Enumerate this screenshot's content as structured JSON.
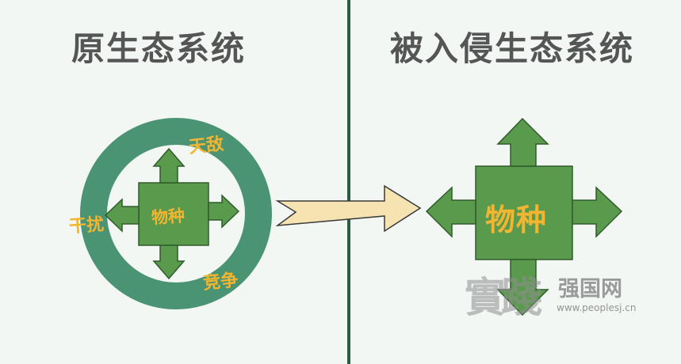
{
  "titles": {
    "left": "原生态系统",
    "right": "被入侵生态系统"
  },
  "left_diagram": {
    "center_label": "物种",
    "ring_labels": {
      "top": "天敌",
      "left": "干扰",
      "bottom": "竞争"
    }
  },
  "right_diagram": {
    "center_label": "物种"
  },
  "watermark": {
    "seal": "實踐",
    "name": "强国网",
    "url": "www.peoplesj.cn"
  },
  "colors": {
    "background": "#f2f7f4",
    "divider": "#2c5a43",
    "ring": "#4a9473",
    "box": "#5a9a4d",
    "label": "#f2b531",
    "arrow_fill": "#f6e3b2",
    "title": "#555555"
  }
}
